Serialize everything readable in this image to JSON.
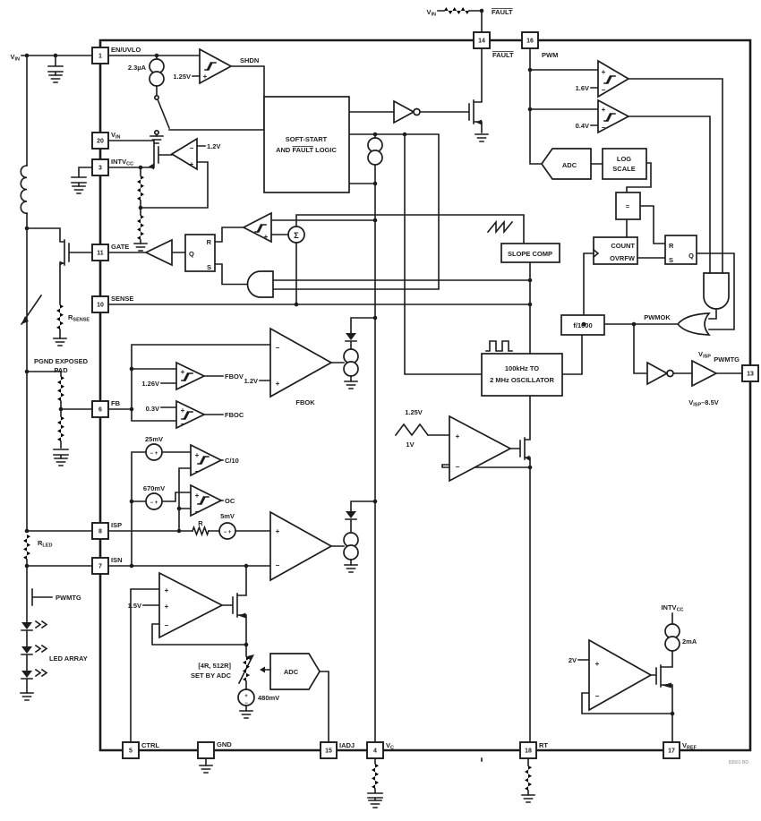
{
  "colors": {
    "ink": "#1c1c1c",
    "bg": "#ffffff"
  },
  "glyphs": {
    "plus": "+",
    "minus": "−",
    "minus_plus": "− +",
    "sigma": "Σ"
  },
  "pins": {
    "en_uvlo": {
      "num": "1",
      "label": "EN/UVLO"
    },
    "vin": {
      "num": "20",
      "main": "V",
      "sub": "IN"
    },
    "intvcc": {
      "num": "3",
      "main": "INTV",
      "sub": "CC"
    },
    "gate": {
      "num": "11",
      "label": "GATE"
    },
    "sense": {
      "num": "10",
      "label": "SENSE"
    },
    "fb": {
      "num": "6",
      "label": "FB"
    },
    "isp": {
      "num": "8",
      "label": "ISP"
    },
    "isn": {
      "num": "7",
      "label": "ISN"
    },
    "ctrl": {
      "num": "5",
      "label": "CTRL"
    },
    "gnd": {
      "label": "GND"
    },
    "iadj": {
      "num": "15",
      "label": "IADJ"
    },
    "vc": {
      "num": "4",
      "main": "V",
      "sub": "C"
    },
    "rt": {
      "num": "18",
      "label": "RT"
    },
    "vref": {
      "num": "17",
      "main": "V",
      "sub": "REF"
    },
    "fault": {
      "num": "14",
      "label": "FAULT"
    },
    "pwm": {
      "num": "16",
      "label": "PWM"
    },
    "pwmtg": {
      "num": "13",
      "label": "PWMTG"
    }
  },
  "blocks": {
    "soft_start": {
      "line1": "SOFT-START",
      "line2a": "AND ",
      "line2b": "FAULT",
      "line2c": " LOGIC"
    },
    "oscillator": {
      "line1": "100kHz TO",
      "line2": "2 MHz OSCILLATOR"
    },
    "slope_comp": "SLOPE COMP",
    "f1000": "f/1000",
    "log_scale": {
      "line1": "LOG",
      "line2": "SCALE"
    },
    "adc_top": "ADC",
    "adc_bottom": "ADC",
    "equal": "=",
    "counter": {
      "line1": "COUNT",
      "line2": "OVRFW"
    }
  },
  "latch_main": {
    "r": "R",
    "s": "S",
    "q": "Q"
  },
  "latch_pwm": {
    "r": "R",
    "s": "S",
    "q": "Q"
  },
  "refs": {
    "i_en": "2.3µA",
    "v_en": "1.25V",
    "v_ldo": "1.2V",
    "v_pwm_hi": "1.6V",
    "v_pwm_lo": "0.4V",
    "v_fbov": "1.26V",
    "v_fboc": "0.3V",
    "v_fbok": "1.2V",
    "v_c10": "25mV",
    "v_oc": "670mV",
    "r_os": "R",
    "v_os": "5mV",
    "v_ctrl": "1.5V",
    "v_iadj": "480mV",
    "v_tri_hi": "1.25V",
    "v_tri_lo": "1V",
    "v_ref": "2V",
    "i_ref": "2mA"
  },
  "signals": {
    "shdn": "SHDN",
    "fbov": "FBOV",
    "fboc": "FBOC",
    "fbok": "FBOK",
    "c10": "C/10",
    "oc": "OC",
    "pwmok": "PWMOK",
    "pwmtg_ext": "PWMTG",
    "visp": {
      "main": "V",
      "sub": "ISP"
    },
    "visp_low": {
      "main": "V",
      "sub": "ISP",
      "rest": "–8.5V"
    },
    "intvcc": {
      "main": "INTV",
      "sub": "CC"
    }
  },
  "external": {
    "vin_left": {
      "main": "V",
      "sub": "IN"
    },
    "vin_top": {
      "main": "V",
      "sub": "IN"
    },
    "fault_top": "FAULT",
    "rsense": {
      "main": "R",
      "sub": "SENSE"
    },
    "rled": {
      "main": "R",
      "sub": "LED"
    },
    "pgnd1": "PGND EXPOSED",
    "pgnd2": "PAD",
    "led_array": "LED ARRAY",
    "adj1": "[4R, 512R]",
    "adj2": "SET BY ADC"
  },
  "footer": "83561 BD"
}
